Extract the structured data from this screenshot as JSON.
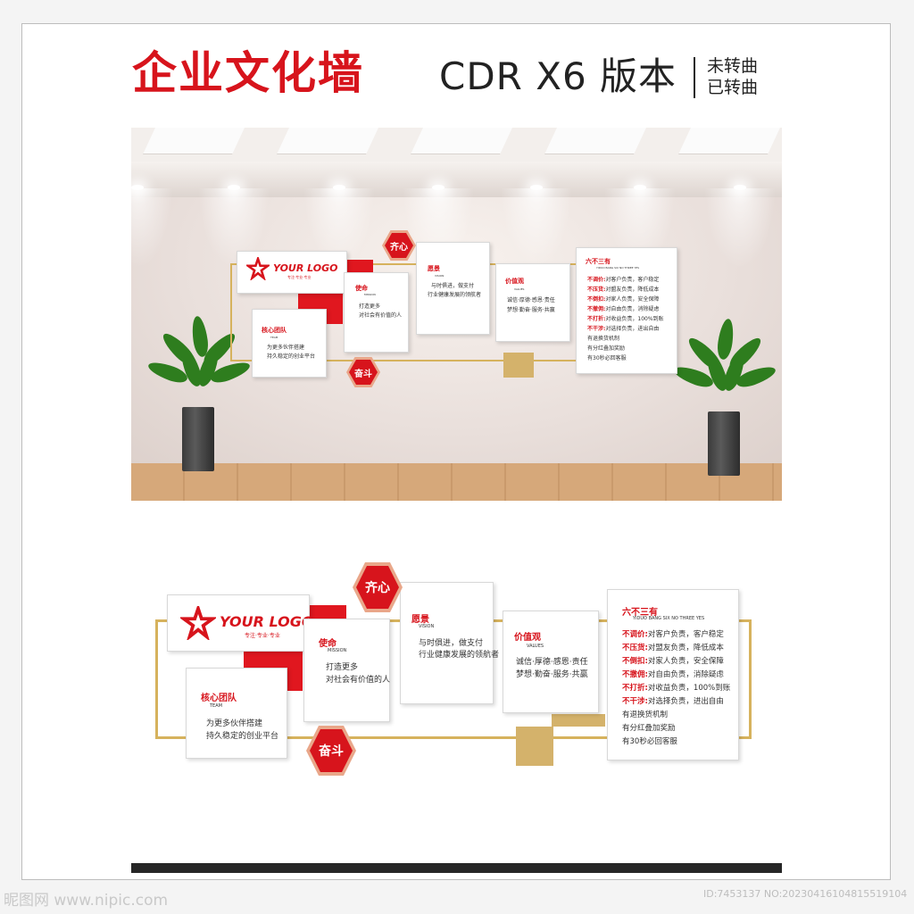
{
  "header": {
    "title": "企业文化墙",
    "version": "CDR X6 版本",
    "options": [
      "未转曲",
      "已转曲"
    ]
  },
  "panel": {
    "logo": {
      "text": "YOUR LOGO",
      "tagline": "专注·专业·专业"
    },
    "hex_top": "齐心",
    "hex_bottom": "奋斗",
    "mission": {
      "title": "使命",
      "en": "MISSION",
      "lines": [
        "打造更多",
        "对社会有价值的人"
      ]
    },
    "team": {
      "title": "核心团队",
      "en": "TEAM",
      "lines": [
        "为更多伙伴搭建",
        "持久稳定的创业平台"
      ]
    },
    "vision": {
      "title": "愿景",
      "en": "VISION",
      "lines": [
        "与时俱进，做支付",
        "行业健康发展的领航者"
      ]
    },
    "values": {
      "title": "价值观",
      "en": "VALUES",
      "lines": [
        "诚信·厚德·感恩·责任",
        "梦想·勤奋·服务·共赢"
      ]
    },
    "six": {
      "title": "六不三有",
      "en": "YIDUO BANG SIX NO THREE YES",
      "items": [
        {
          "k": "不调价:",
          "v": "对客户负责，客户稳定"
        },
        {
          "k": "不压货:",
          "v": "对盟友负责，降低成本"
        },
        {
          "k": "不倒扣:",
          "v": "对家人负责，安全保障"
        },
        {
          "k": "不撤佣:",
          "v": "对自由负责，消除疑虑"
        },
        {
          "k": "不打折:",
          "v": "对收益负责，100%到账"
        },
        {
          "k": "不干涉:",
          "v": "对选择负责，进出自由"
        }
      ],
      "extras": [
        "有退换货机制",
        "有分红叠加奖励",
        "有30秒必回客服"
      ]
    }
  },
  "colors": {
    "red": "#d7141c",
    "gold": "#d6b25d"
  },
  "watermark": {
    "left": "昵图网 www.nipic.com",
    "right": "ID:7453137 NO:20230416104815519104"
  }
}
